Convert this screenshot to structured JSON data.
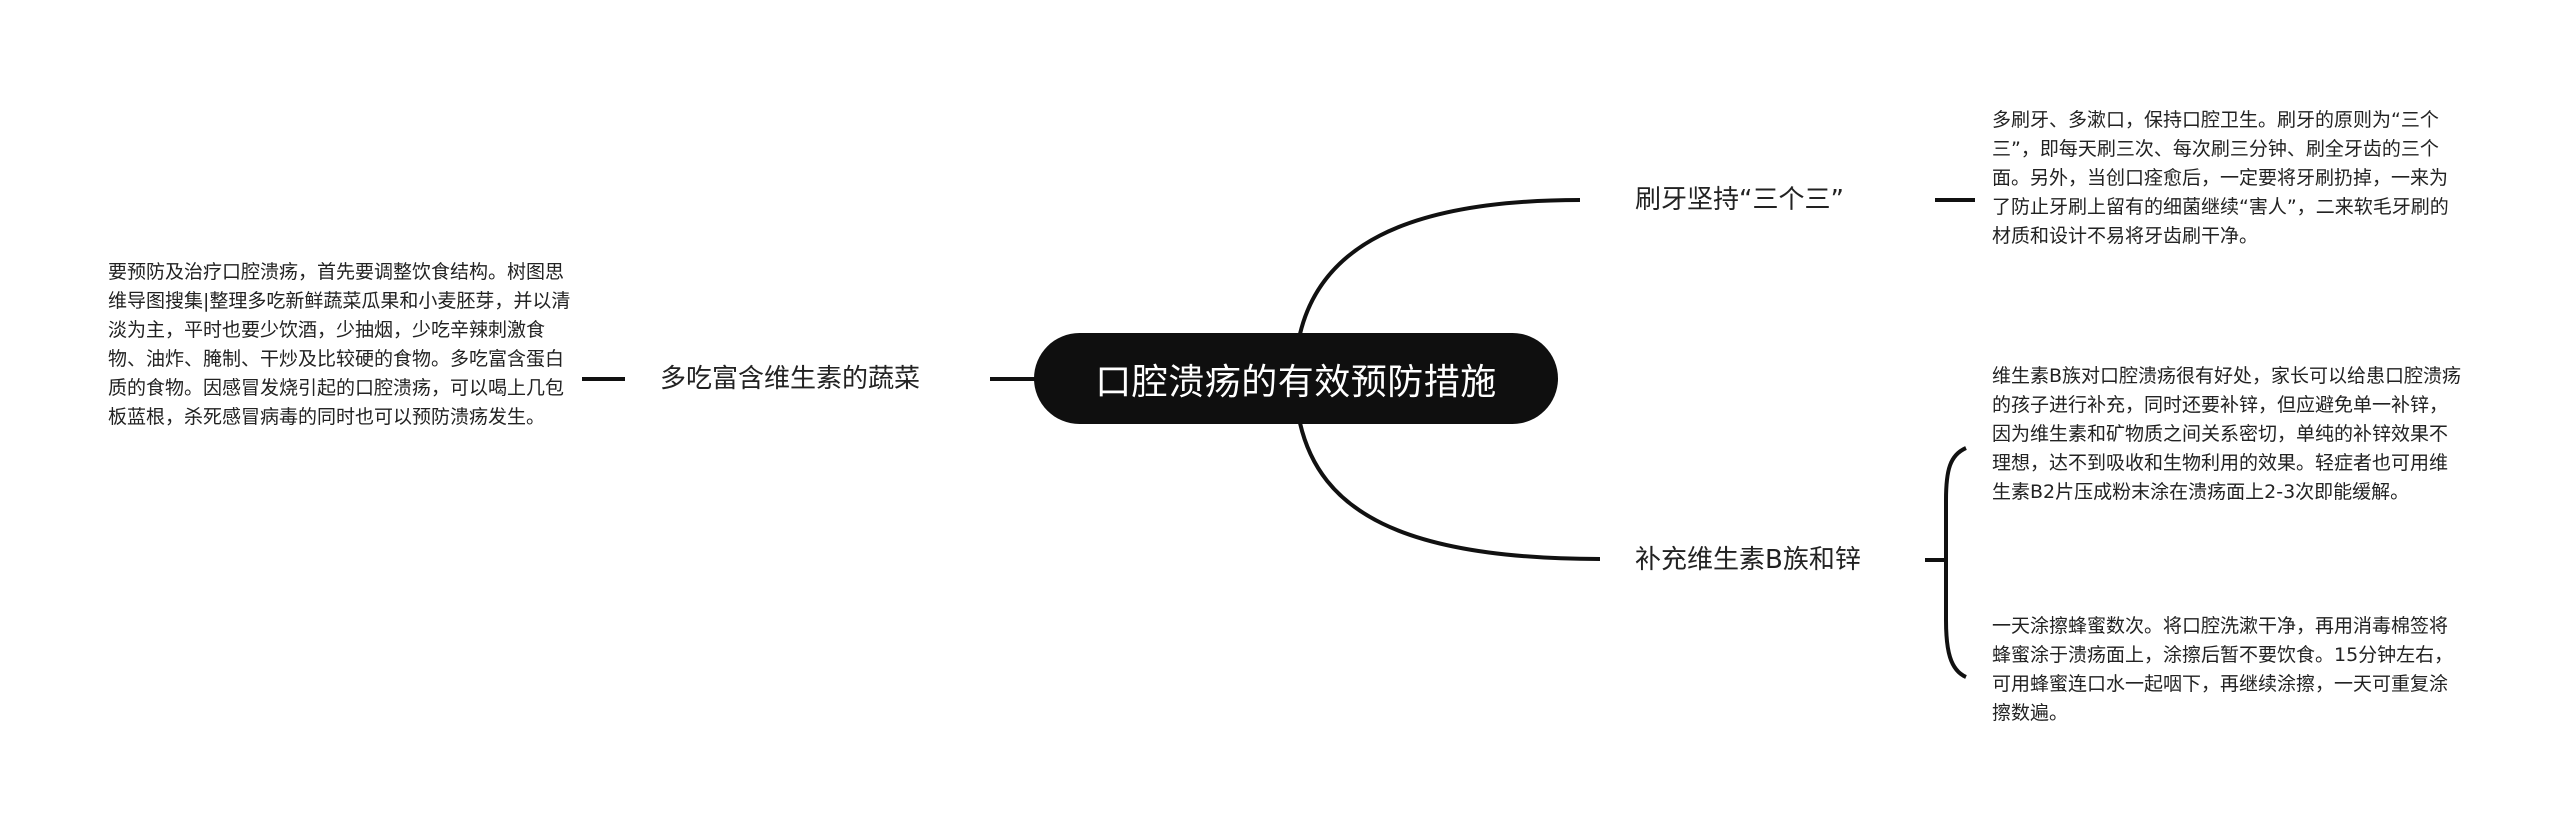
{
  "root": {
    "title": "口腔溃疡的有效预防措施"
  },
  "branches": [
    {
      "id": "brush",
      "label": "刷牙坚持“三个三”",
      "side": "right",
      "leaves": [
        {
          "text": "多刷牙、多漱口，保持口腔卫生。刷牙的原则为“三个三”，即每天刷三次、每次刷三分钟、刷全牙齿的三个面。另外，当创口痊愈后，一定要将牙刷扔掉，一来为了防止牙刷上留有的细菌继续“害人”，二来软毛牙刷的材质和设计不易将牙齿刷干净。"
        }
      ]
    },
    {
      "id": "vitamin",
      "label": "补充维生素B族和锌",
      "side": "right",
      "leaves": [
        {
          "text": "维生素B族对口腔溃疡很有好处，家长可以给患口腔溃疡的孩子进行补充，同时还要补锌，但应避免单一补锌，因为维生素和矿物质之间关系密切，单纯的补锌效果不理想，达不到吸收和生物利用的效果。轻症者也可用维生素B2片压成粉末涂在溃疡面上2-3次即能缓解。"
        },
        {
          "text": "一天涂擦蜂蜜数次。将口腔洗漱干净，再用消毒棉签将蜂蜜涂于溃疡面上，涂擦后暂不要饮食。15分钟左右，可用蜂蜜连口水一起咽下，再继续涂擦，一天可重复涂擦数遍。"
        }
      ]
    },
    {
      "id": "vegetables",
      "label": "多吃富含维生素的蔬菜",
      "side": "left",
      "leaves": [
        {
          "text": "要预防及治疗口腔溃疡，首先要调整饮食结构。树图思维导图搜集|整理多吃新鲜蔬菜瓜果和小麦胚芽，并以清淡为主，平时也要少饮酒，少抽烟，少吃辛辣刺激食物、油炸、腌制、干炒及比较硬的食物。多吃富含蛋白质的食物。因感冒发烧引起的口腔溃疡，可以喝上几包板蓝根，杀死感冒病毒的同时也可以预防溃疡发生。"
        }
      ]
    }
  ],
  "colors": {
    "root_fill": "#0f0f0f",
    "root_text": "#ffffff",
    "line": "#111111",
    "text": "#222222",
    "background": "#ffffff"
  }
}
